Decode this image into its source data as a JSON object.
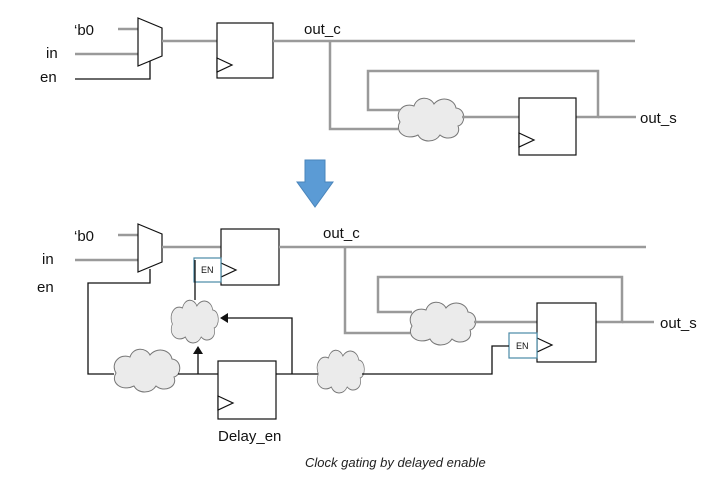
{
  "top": {
    "labels": {
      "b0": "‘b0",
      "in": "in",
      "en": "en",
      "out_c": "out_c",
      "out_s": "out_s"
    }
  },
  "bottom": {
    "labels": {
      "b0": "‘b0",
      "in": "in",
      "en": "en",
      "out_c": "out_c",
      "out_s": "out_s",
      "delay_en": "Delay_en"
    },
    "en_badges": [
      "EN",
      "EN"
    ]
  },
  "caption": "Clock gating by delayed enable",
  "colors": {
    "wire": "#9a9a9a",
    "arrow": "#5b9bd5",
    "en_box": "#4a8aa6",
    "cloud": "#ebebeb"
  },
  "icons": {
    "transition_arrow": "down-arrow-icon"
  }
}
